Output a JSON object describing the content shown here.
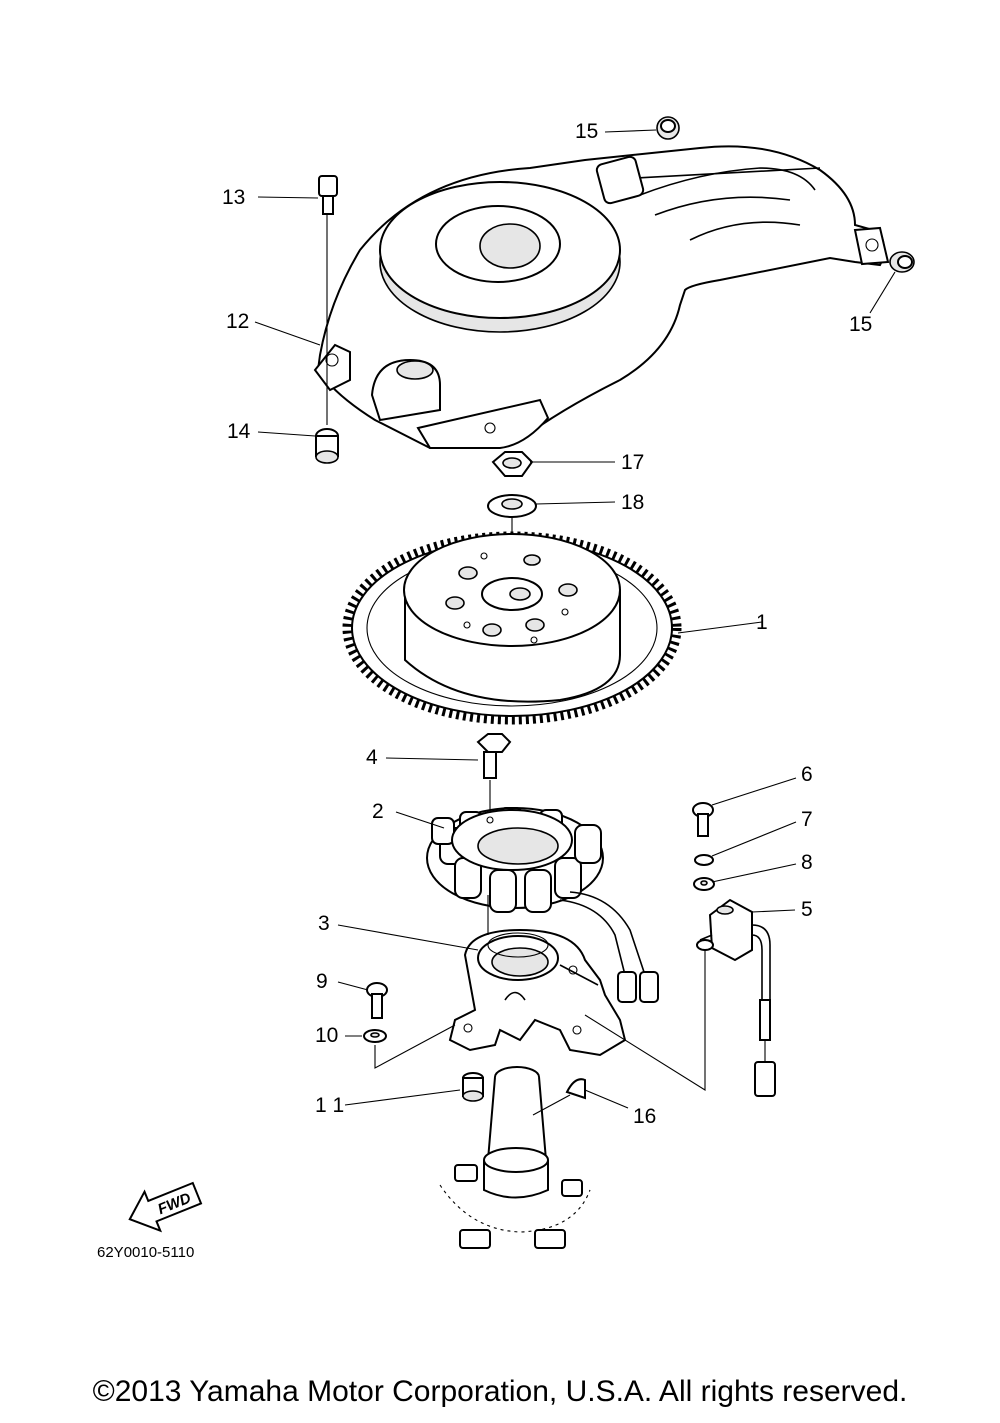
{
  "callouts": [
    {
      "id": "1",
      "text": "1"
    },
    {
      "id": "2",
      "text": "2"
    },
    {
      "id": "3",
      "text": "3"
    },
    {
      "id": "4",
      "text": "4"
    },
    {
      "id": "5",
      "text": "5"
    },
    {
      "id": "6",
      "text": "6"
    },
    {
      "id": "7",
      "text": "7"
    },
    {
      "id": "8",
      "text": "8"
    },
    {
      "id": "9",
      "text": "9"
    },
    {
      "id": "10",
      "text": "10"
    },
    {
      "id": "11",
      "text": "1 1"
    },
    {
      "id": "12",
      "text": "12"
    },
    {
      "id": "13",
      "text": "13"
    },
    {
      "id": "14",
      "text": "14"
    },
    {
      "id": "15a",
      "text": "15"
    },
    {
      "id": "15b",
      "text": "15"
    },
    {
      "id": "16",
      "text": "16"
    },
    {
      "id": "17",
      "text": "17"
    },
    {
      "id": "18",
      "text": "18"
    }
  ],
  "fwd_arrow_label": "FWD",
  "diagram_code": "62Y0010-5110",
  "copyright": "©2013 Yamaha Motor Corporation, U.S.A. All rights reserved."
}
